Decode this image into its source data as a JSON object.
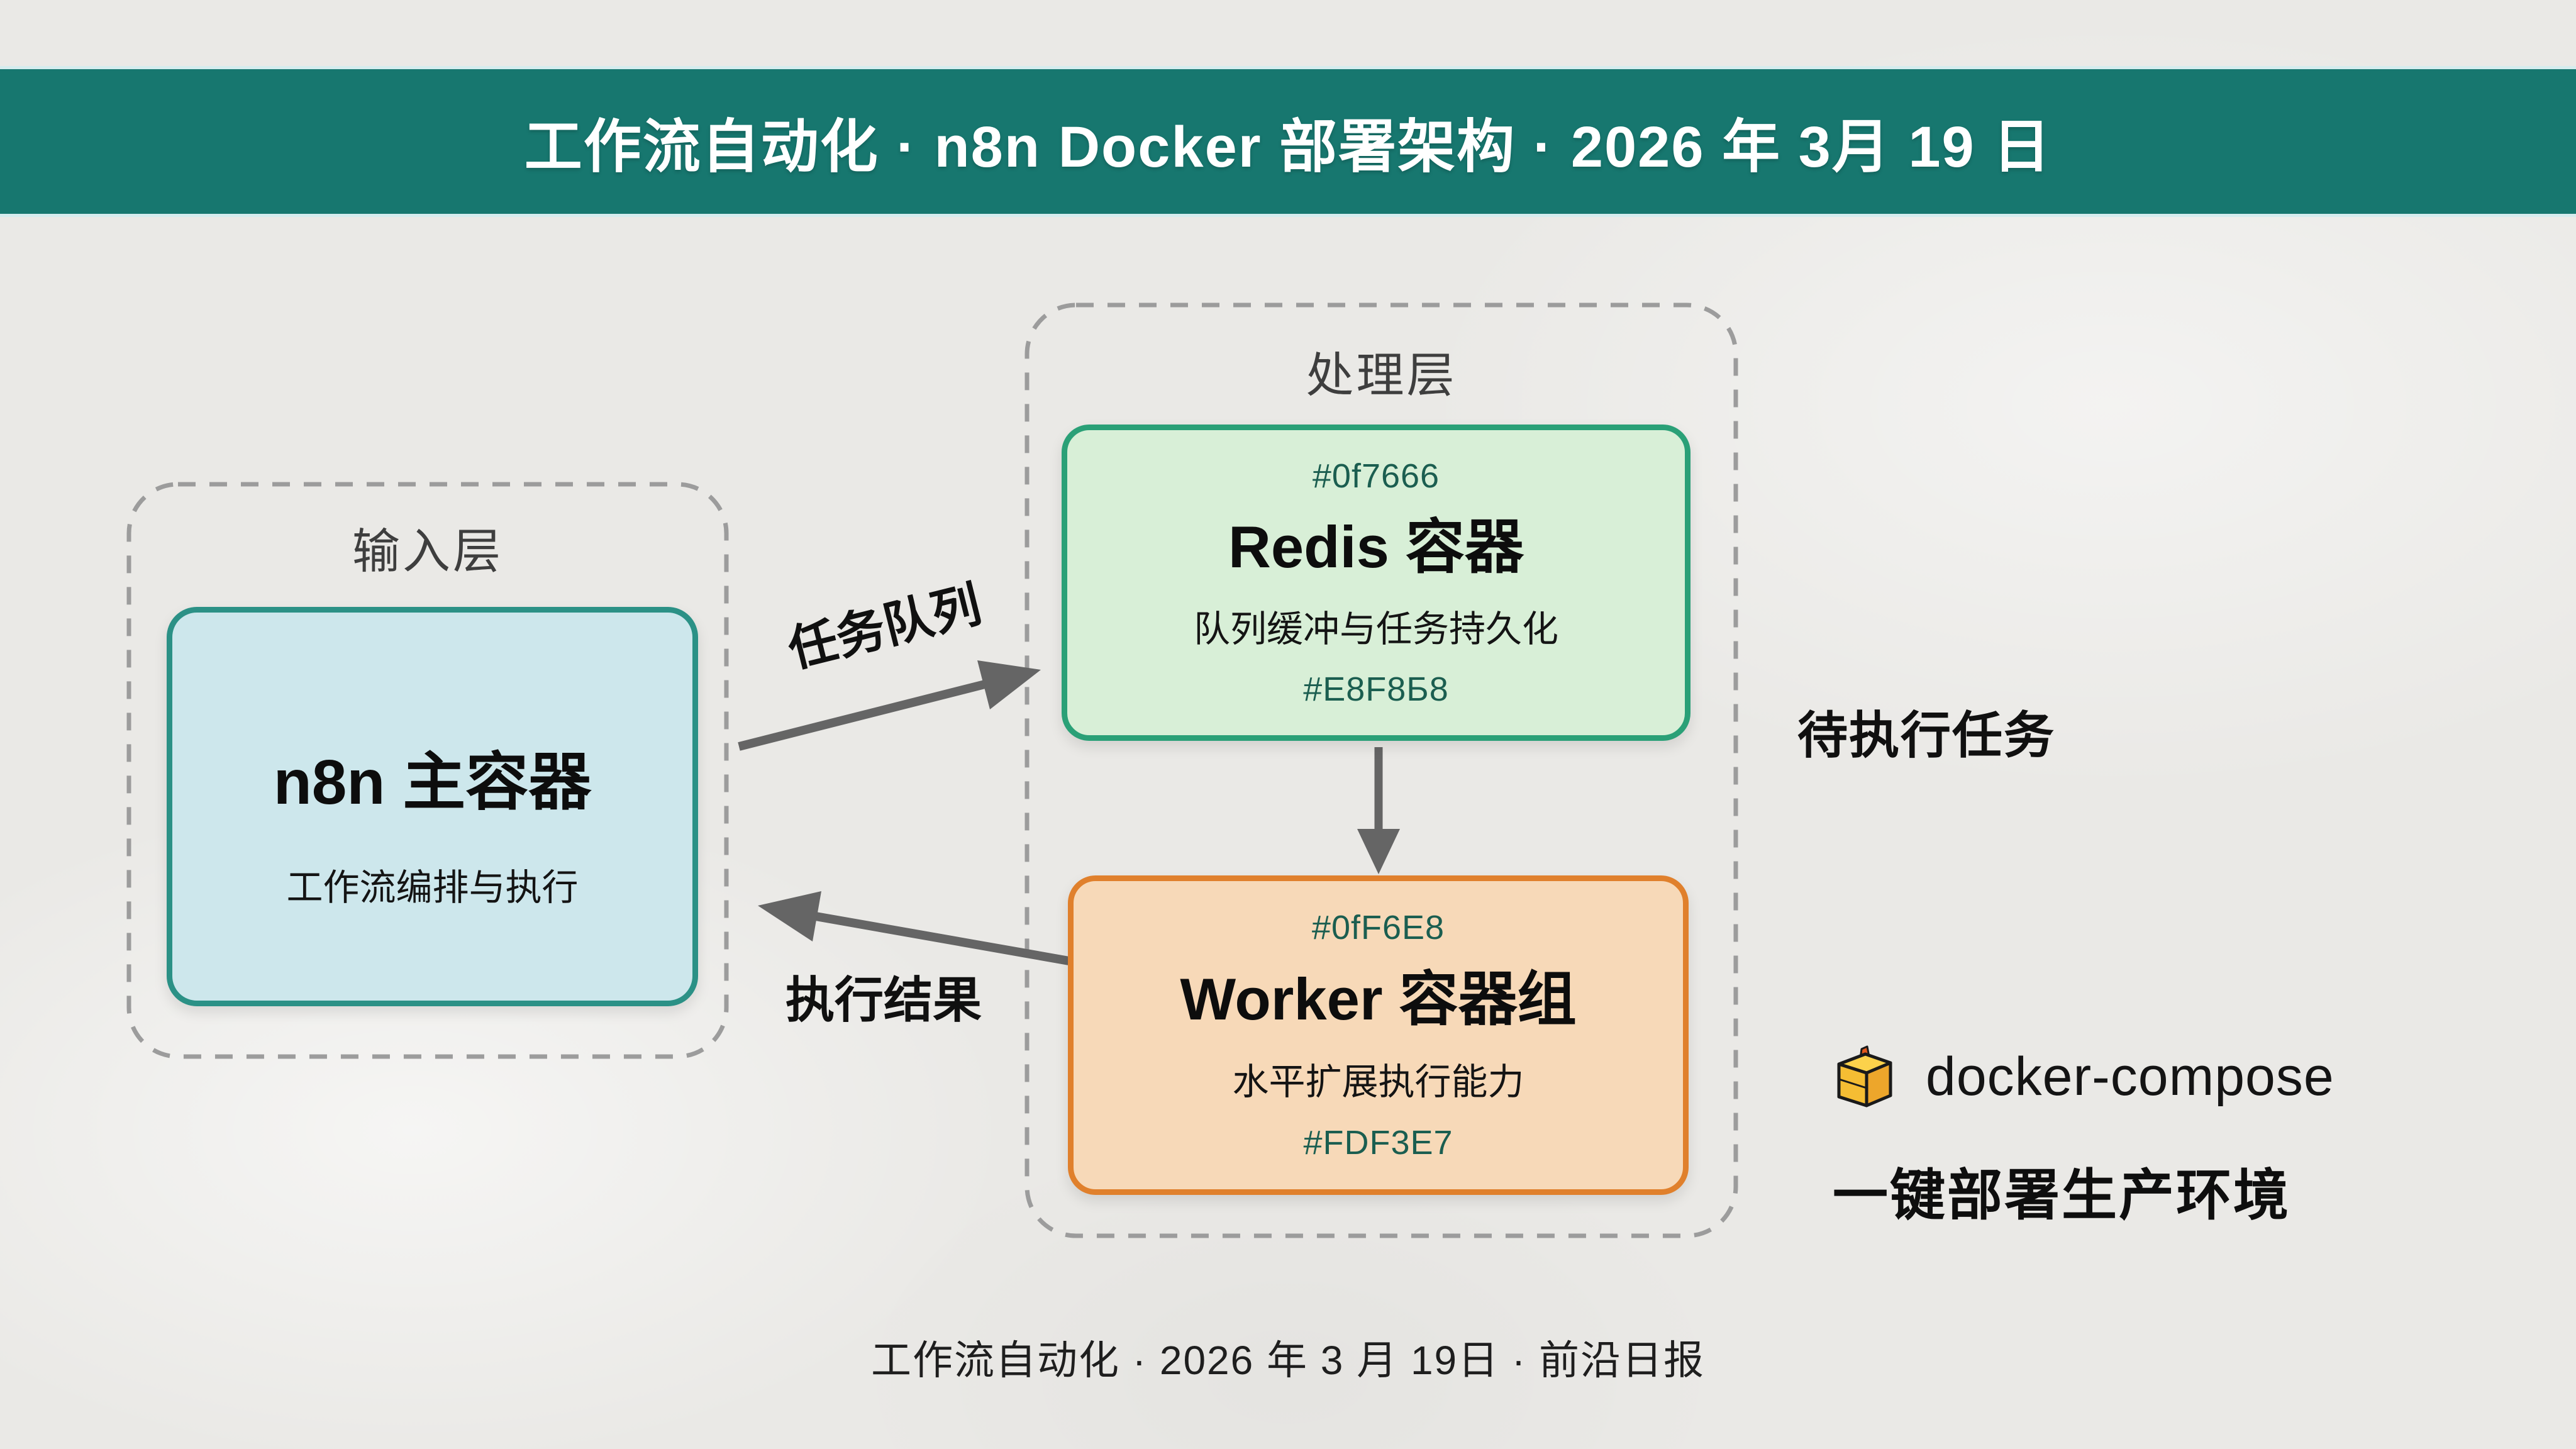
{
  "header": {
    "title": "工作流自动化 · n8n Docker 部署架构 · 2026 年 3月 19 日"
  },
  "input_layer": {
    "label": "输入层",
    "node": {
      "title": "n8n 主容器",
      "subtitle": "工作流编排与执行"
    }
  },
  "processing_layer": {
    "label": "处理层",
    "redis": {
      "hex_top": "#0f7666",
      "title": "Redis 容器",
      "subtitle": "队列缓冲与任务持久化",
      "hex_bottom": "#E8F8Б8"
    },
    "worker": {
      "hex_top": "#0fF6E8",
      "title": "Worker 容器组",
      "subtitle": "水平扩展执行能力",
      "hex_bottom": "#FDF3E7"
    }
  },
  "annotations": {
    "task_queue": "任务队列",
    "exec_result": "执行结果",
    "pending_tasks": "待执行任务"
  },
  "deploy": {
    "icon": "package-icon",
    "tool": "docker-compose",
    "desc": "一键部署生产环境"
  },
  "footer": {
    "text": "工作流自动化 · 2026 年 3 月 19日 · 前沿日报"
  },
  "colors": {
    "header_bg": "#17776f",
    "bg": "#eae9e6",
    "n8n_fill": "#cde7ec",
    "n8n_border": "#2b9186",
    "redis_fill": "#d8efd7",
    "redis_border": "#2aa077",
    "worker_fill": "#f7d9b8",
    "worker_border": "#e0802c",
    "hex_label": "#1b5e50",
    "arrow": "#656565",
    "dash": "#9c9c9c"
  }
}
